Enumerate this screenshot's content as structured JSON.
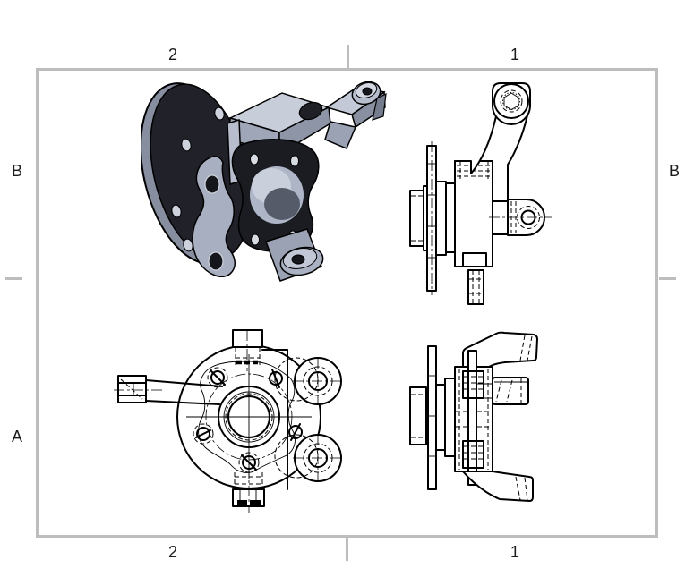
{
  "sheet": {
    "zones": {
      "top": [
        "2",
        "1"
      ],
      "bottom": [
        "2",
        "1"
      ],
      "left": [
        "B",
        "A"
      ],
      "right": [
        "B"
      ]
    },
    "colors": {
      "paper": "#ffffff",
      "frame": "#bdbdbd",
      "line_work": "#000000",
      "shaded_dark": "#1e2026",
      "shaded_mid": "#9ba2b4",
      "shaded_light": "#c6cbd8"
    },
    "views": [
      {
        "name": "isometric-shaded-view",
        "position": "top-left"
      },
      {
        "name": "side-view",
        "position": "top-right"
      },
      {
        "name": "front-view",
        "position": "bottom-left"
      },
      {
        "name": "rear-side-view",
        "position": "bottom-right"
      }
    ]
  }
}
